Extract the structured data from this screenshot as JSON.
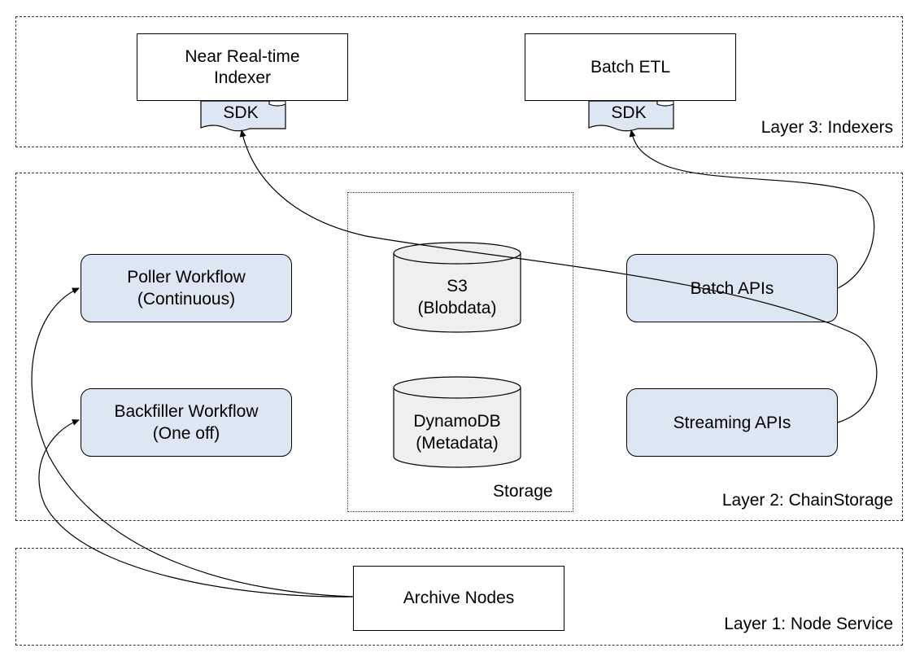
{
  "layers": {
    "layer3": {
      "label": "Layer 3: Indexers"
    },
    "layer2": {
      "label": "Layer 2: ChainStorage"
    },
    "layer1": {
      "label": "Layer 1: Node Service"
    }
  },
  "indexers": {
    "near_realtime": {
      "line1": "Near Real-time",
      "line2": "Indexer",
      "sdk": "SDK"
    },
    "batch_etl": {
      "label": "Batch ETL",
      "sdk": "SDK"
    }
  },
  "workflows": {
    "poller": {
      "line1": "Poller Workflow",
      "line2": "(Continuous)"
    },
    "backfiller": {
      "line1": "Backfiller Workflow",
      "line2": "(One off)"
    }
  },
  "storage": {
    "label": "Storage",
    "s3": {
      "line1": "S3",
      "line2": "(Blobdata)"
    },
    "dynamodb": {
      "line1": "DynamoDB",
      "line2": "(Metadata)"
    }
  },
  "apis": {
    "batch": {
      "label": "Batch APIs"
    },
    "streaming": {
      "label": "Streaming APIs"
    }
  },
  "nodes": {
    "archive": {
      "label": "Archive Nodes"
    }
  },
  "colors": {
    "blue_fill": "#dde7f3",
    "gray_fill": "#efefef",
    "stroke": "#000000"
  }
}
